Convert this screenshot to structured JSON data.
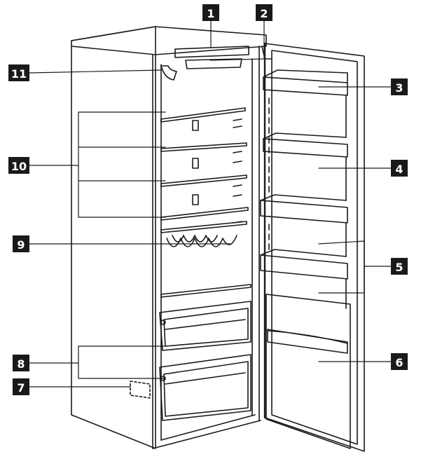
{
  "labels": [
    {
      "id": "1",
      "text": "1"
    },
    {
      "id": "2",
      "text": "2"
    },
    {
      "id": "3",
      "text": "3"
    },
    {
      "id": "4",
      "text": "4"
    },
    {
      "id": "5",
      "text": "5"
    },
    {
      "id": "6",
      "text": "6"
    },
    {
      "id": "7",
      "text": "7"
    },
    {
      "id": "8",
      "text": "8"
    },
    {
      "id": "9",
      "text": "9"
    },
    {
      "id": "10",
      "text": "10"
    },
    {
      "id": "11",
      "text": "11"
    }
  ],
  "colors": {
    "label_bg": "#1a1a1a",
    "label_text": "#ffffff",
    "stroke": "#1a1a1a",
    "background": "#ffffff"
  }
}
